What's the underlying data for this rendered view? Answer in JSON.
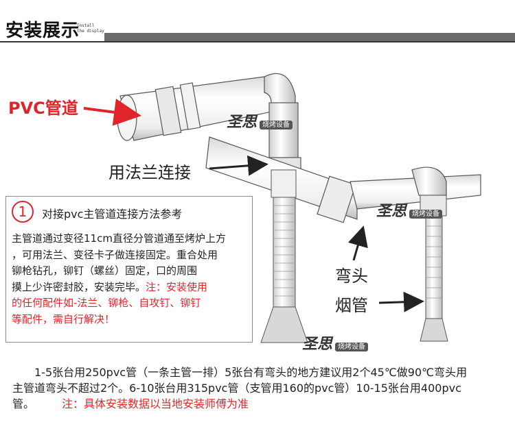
{
  "header": {
    "title": "安装展示",
    "subtitle_line1": "Install",
    "subtitle_line2": "the display"
  },
  "labels": {
    "pvc_pipe": "PVC管道",
    "flange_joint": "用法兰连接",
    "elbow": "弯头",
    "smoke_pipe": "烟管"
  },
  "watermark": {
    "brand": "圣思",
    "tagline": "烧烤设备"
  },
  "note": {
    "number": "1",
    "title": "对接pvc主管道连接方法参考",
    "line1": "主管道通过变径11cm直径分管道通至烤炉上方",
    "line2": "，可用法兰、变径卡子做连接固定。重合处用",
    "line3": "铆枪钻孔，铆钉（螺丝）固定，口的周围",
    "line4": "摸上少许密封胶，安装完毕。",
    "warn_a": "注：安装使用",
    "warn_b": "的任何配件如-法兰、铆枪、自攻钉、铆钉",
    "warn_c": "等配件，需自行解决！"
  },
  "bottom": {
    "line1": "1-5张台用250pvc管（一条主管一排）5张台有弯头的地方建议用2个45℃做90℃弯头用",
    "line2": "主管道弯头不超过2个。6-10张台用315pvc管（支管用160的pvc管）10-15张台用400pvc",
    "line3": "管。",
    "note": "注：具体安装数据以当地安装师傅为准"
  },
  "colors": {
    "accent_red": "#e0242a",
    "header_bar": "#6a6a6a"
  }
}
